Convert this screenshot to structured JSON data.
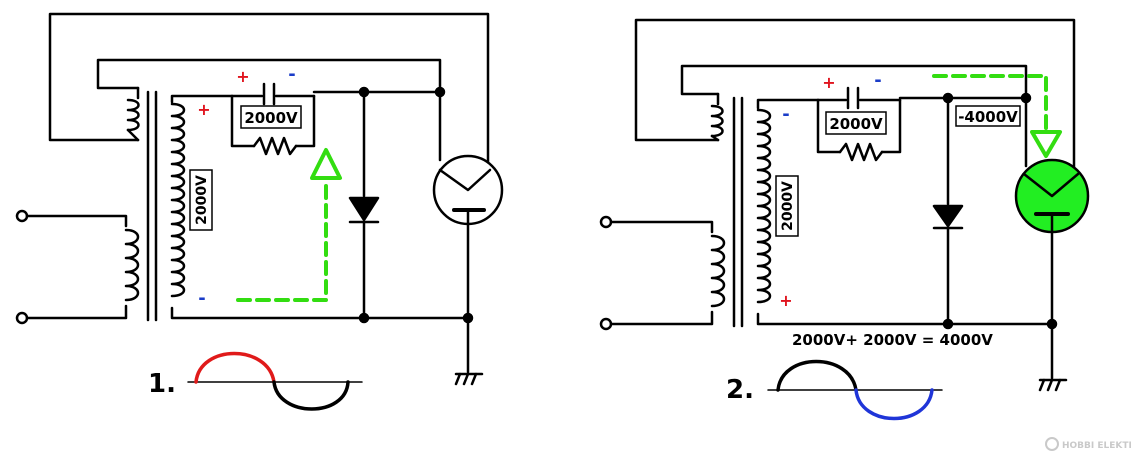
{
  "panel1": {
    "step": "1.",
    "cap_voltage": "2000V",
    "coil_voltage": "2000V",
    "cap_left_sign": "+",
    "cap_right_sign": "-",
    "coil_top_sign": "+",
    "coil_bottom_sign": "-"
  },
  "panel2": {
    "step": "2.",
    "cap_voltage": "2000V",
    "coil_voltage": "2000V",
    "anode_voltage": "-4000V",
    "cap_left_sign": "+",
    "cap_right_sign": "-",
    "coil_top_sign": "-",
    "coil_bottom_sign": "+",
    "sum_text": "2000V+ 2000V = 4000V"
  },
  "watermark": "HOBBI ELEKTRONIKA",
  "colors": {
    "wire": "#000000",
    "plus": "#e0141e",
    "minus": "#1a3cc8",
    "arrow": "#33dd11",
    "tube_active": "#22ee22",
    "half_wave_red": "#e01a1a",
    "half_wave_blue": "#1f35d8"
  }
}
